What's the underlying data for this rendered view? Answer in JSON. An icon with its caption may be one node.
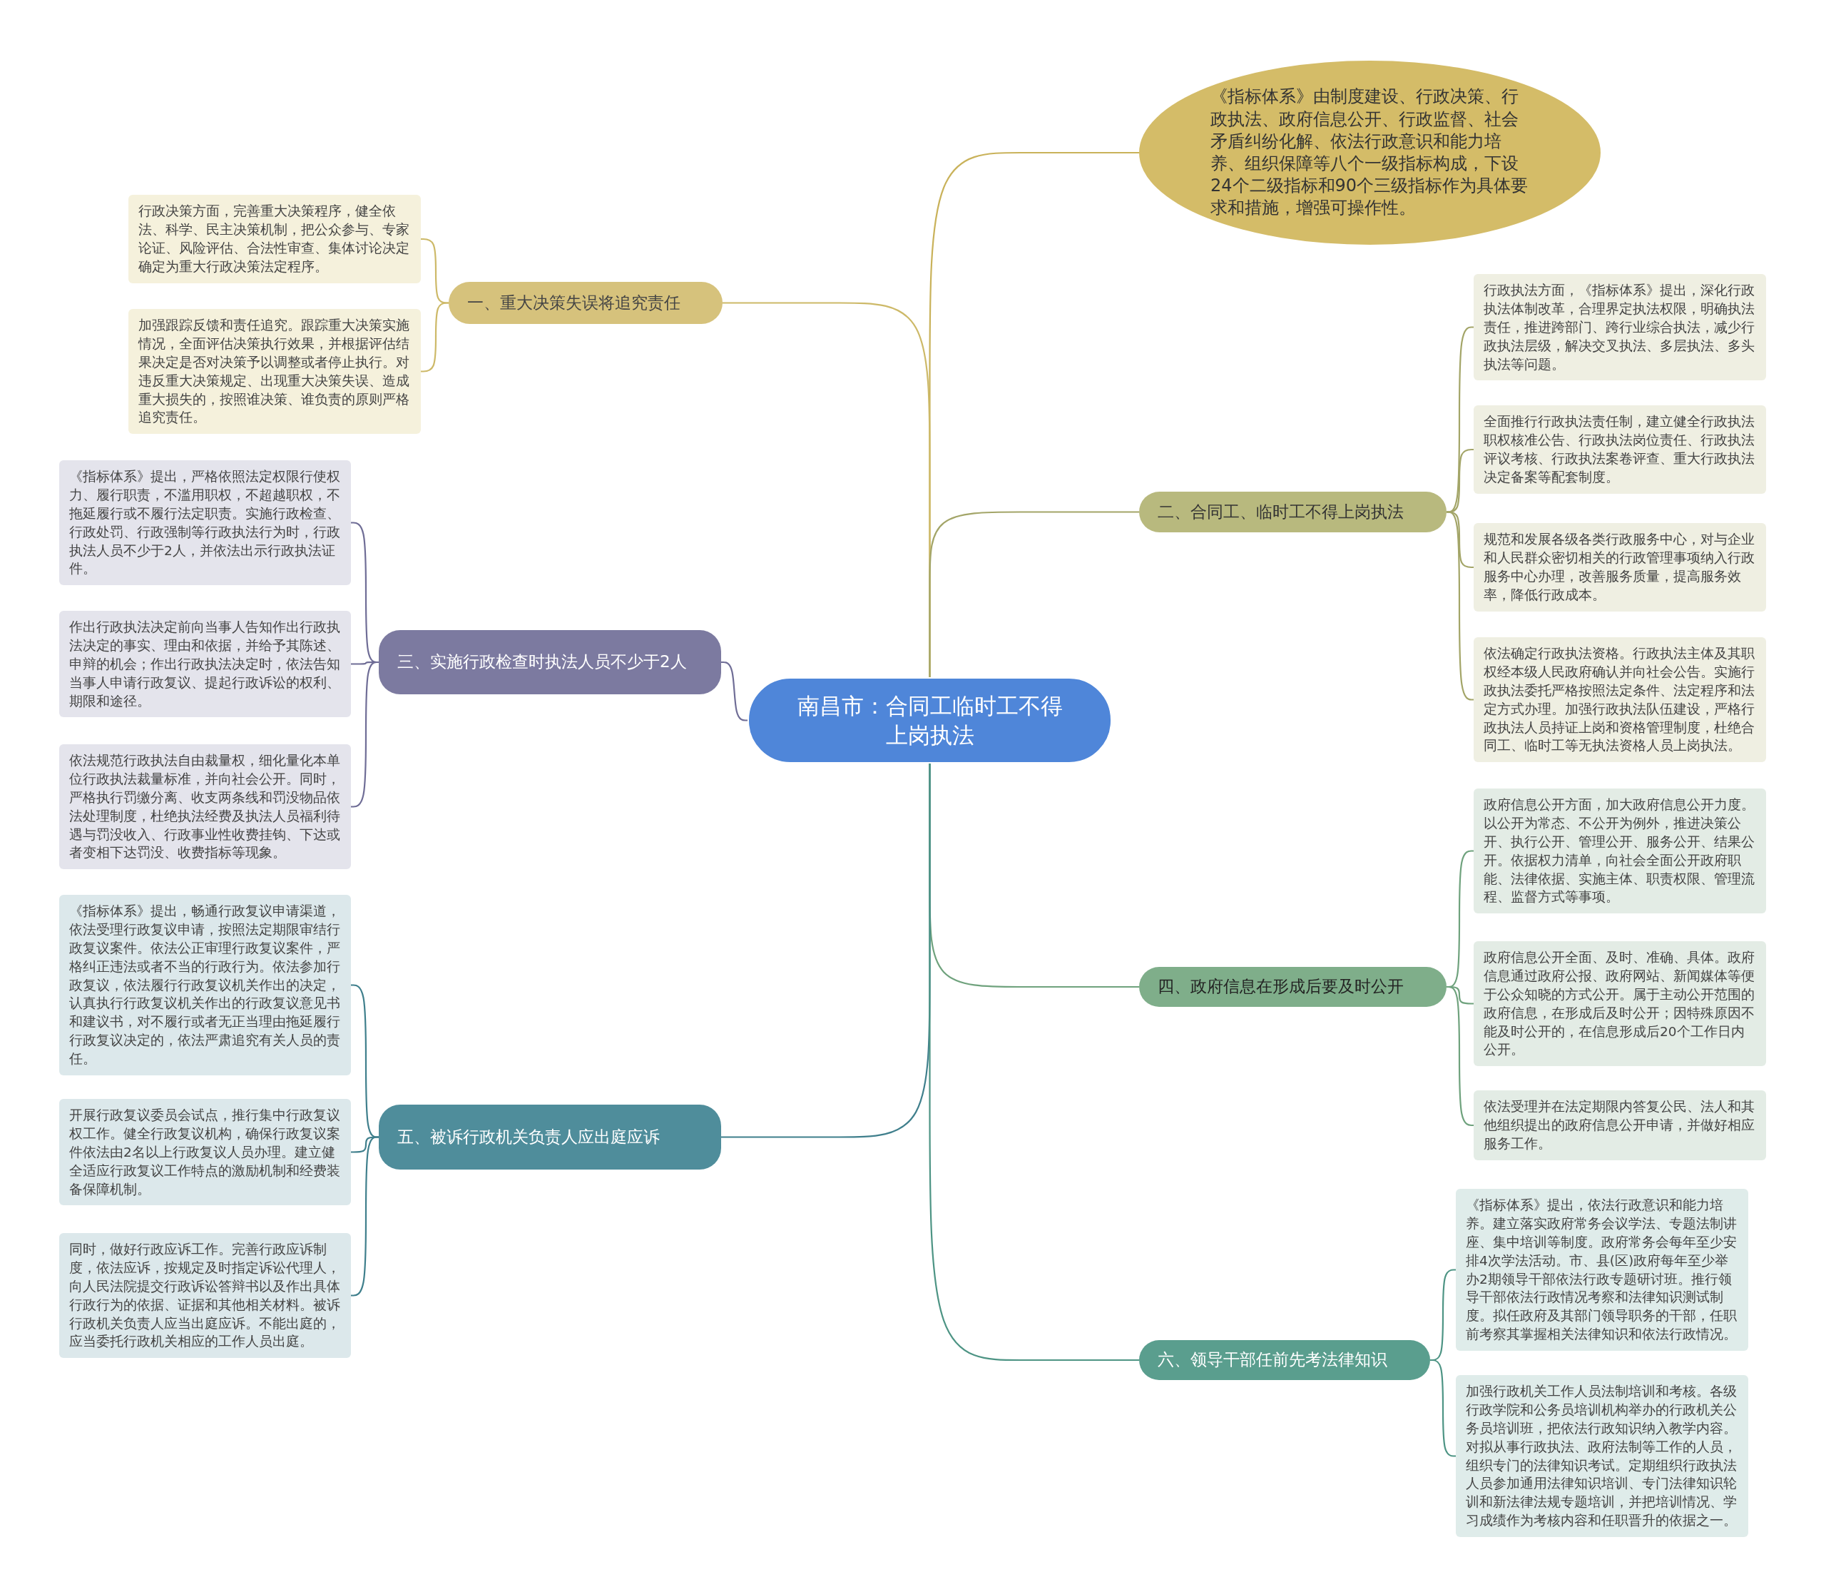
{
  "diagram": {
    "nodes": [
      {
        "text": [
          "南昌市：合同工临时工不得上岗执法"
        ]
      },
      {
        "text": [
          "《指标体系》由制度建设、行政决策、行政执法、政府信息公开、行政监督、社会矛盾纠纷化解、依法行政意识和能力培养、组织保障等八个一级指标构成，下设24个二级指标和90个三级指标作为具体要求和措施，增强可操作性。"
        ]
      },
      {
        "text": [
          "一、重大决策失误将追究责任"
        ]
      },
      {
        "text": [
          "行政决策方面，完善重大决策程序，健全依法、科学、民主决策机制，把公众参与、专家论证、风险评估、合法性审查、集体讨论决定确定为重大行政决策法定程序。"
        ]
      },
      {
        "text": [
          "加强跟踪反馈和责任追究。跟踪重大决策实施情况，全面评估决策执行效果，并根据评估结果决定是否对决策予以调整或者停止执行。对违反重大决策规定、出现重大决策失误、造成重大损失的，按照谁决策、谁负责的原则严格追究责任。"
        ]
      },
      {
        "text": [
          "二、合同工、临时工不得上岗执法"
        ]
      },
      {
        "text": [
          "行政执法方面，《指标体系》提出，深化行政执法体制改革，合理界定执法权限，明确执法责任，推进跨部门、跨行业综合执法，减少行政执法层级，解决交叉执法、多层执法、多头执法等问题。"
        ]
      },
      {
        "text": [
          "全面推行行政执法责任制，建立健全行政执法职权核准公告、行政执法岗位责任、行政执法评议考核、行政执法案卷评查、重大行政执法决定备案等配套制度。"
        ]
      },
      {
        "text": [
          "规范和发展各级各类行政服务中心，对与企业和人民群众密切相关的行政管理事项纳入行政服务中心办理，改善服务质量，提高服务效率，降低行政成本。"
        ]
      },
      {
        "text": [
          "依法确定行政执法资格。行政执法主体及其职权经本级人民政府确认并向社会公告。实施行政执法委托严格按照法定条件、法定程序和法定方式办理。加强行政执法队伍建设，严格行政执法人员持证上岗和资格管理制度，杜绝合同工、临时工等无执法资格人员上岗执法。"
        ]
      },
      {
        "text": [
          "三、实施行政检查时执法人员不少于2人"
        ]
      },
      {
        "text": [
          "《指标体系》提出，严格依照法定权限行使权力、履行职责，不滥用职权，不超越职权，不拖延履行或不履行法定职责。实施行政检查、行政处罚、行政强制等行政执法行为时，行政执法人员不少于2人，并依法出示行政执法证件。"
        ]
      },
      {
        "text": [
          "作出行政执法决定前向当事人告知作出行政执法决定的事实、理由和依据，并给予其陈述、申辩的机会；作出行政执法决定时，依法告知当事人申请行政复议、提起行政诉讼的权利、期限和途径。"
        ]
      },
      {
        "text": [
          "依法规范行政执法自由裁量权，细化量化本单位行政执法裁量标准，并向社会公开。同时，严格执行罚缴分离、收支两条线和罚没物品依法处理制度，杜绝执法经费及执法人员福利待遇与罚没收入、行政事业性收费挂钩、下达或者变相下达罚没、收费指标等现象。"
        ]
      },
      {
        "text": [
          "四、政府信息在形成后要及时公开"
        ]
      },
      {
        "text": [
          "政府信息公开方面，加大政府信息公开力度。以公开为常态、不公开为例外，推进决策公开、执行公开、管理公开、服务公开、结果公开。依据权力清单，向社会全面公开政府职能、法律依据、实施主体、职责权限、管理流程、监督方式等事项。"
        ]
      },
      {
        "text": [
          "政府信息公开全面、及时、准确、具体。政府信息通过政府公报、政府网站、新闻媒体等便于公众知晓的方式公开。属于主动公开范围的政府信息，在形成后及时公开；因特殊原因不能及时公开的，在信息形成后20个工作日内公开。"
        ]
      },
      {
        "text": [
          "依法受理并在法定期限内答复公民、法人和其他组织提出的政府信息公开申请，并做好相应服务工作。"
        ]
      },
      {
        "text": [
          "五、被诉行政机关负责人应出庭应诉"
        ]
      },
      {
        "text": [
          "《指标体系》提出，畅通行政复议申请渠道，依法受理行政复议申请，按照法定期限审结行政复议案件。依法公正审理行政复议案件，严格纠正违法或者不当的行政行为。依法参加行政复议，依法履行行政复议机关作出的决定，认真执行行政复议机关作出的行政复议意见书和建议书，对不履行或者无正当理由拖延履行行政复议决定的，依法严肃追究有关人员的责任。"
        ]
      },
      {
        "text": [
          "开展行政复议委员会试点，推行集中行政复议权工作。健全行政复议机构，确保行政复议案件依法由2名以上行政复议人员办理。建立健全适应行政复议工作特点的激励机制和经费装备保障机制。"
        ]
      },
      {
        "text": [
          "同时，做好行政应诉工作。完善行政应诉制度，依法应诉，按规定及时指定诉讼代理人，向人民法院提交行政诉讼答辩书以及作出具体行政行为的依据、证据和其他相关材料。被诉行政机关负责人应当出庭应诉。不能出庭的，应当委托行政机关相应的工作人员出庭。"
        ]
      },
      {
        "text": [
          "六、领导干部任前先考法律知识"
        ]
      },
      {
        "text": [
          "《指标体系》提出，依法行政意识和能力培养。建立落实政府常务会议学法、专题法制讲座、集中培训等制度。政府常务会每年至少安排4次学法活动。市、县(区)政府每年至少举办2期领导干部依法行政专题研讨班。推行领导干部依法行政情况考察和法律知识测试制度。拟任政府及其部门领导职务的干部，任职前考察其掌握相关法律知识和依法行政情况。"
        ]
      },
      {
        "text": [
          "加强行政机关工作人员法制培训和考核。各级行政学院和公务员培训机构举办的行政机关公务员培训班，把依法行政知识纳入教学内容。对拟从事行政执法、政府法制等工作的人员，组织专门的法律知识考试。定期组织行政执法人员参加通用法律知识培训、专门法律知识轮训和新法律法规专题培训，并把培训情况、学习成绩作为考核内容和任职晋升的依据之一。"
        ]
      }
    ],
    "edges": [
      {
        "from": 0,
        "to": 1,
        "arrow": "none",
        "color": "#c9b25a"
      },
      {
        "from": 0,
        "to": 2,
        "arrow": "none",
        "color": "#cdb968"
      },
      {
        "from": 2,
        "to": 3,
        "arrow": "none",
        "color": "#cdb968"
      },
      {
        "from": 2,
        "to": 4,
        "arrow": "none",
        "color": "#cdb968"
      },
      {
        "from": 0,
        "to": 5,
        "arrow": "none",
        "color": "#a3a568"
      },
      {
        "from": 5,
        "to": 6,
        "arrow": "none",
        "color": "#a3a568"
      },
      {
        "from": 5,
        "to": 7,
        "arrow": "none",
        "color": "#a3a568"
      },
      {
        "from": 5,
        "to": 8,
        "arrow": "none",
        "color": "#a3a568"
      },
      {
        "from": 5,
        "to": 9,
        "arrow": "none",
        "color": "#a3a568"
      },
      {
        "from": 0,
        "to": 10,
        "arrow": "none",
        "color": "#6f6d96"
      },
      {
        "from": 10,
        "to": 11,
        "arrow": "none",
        "color": "#6f6d96"
      },
      {
        "from": 10,
        "to": 12,
        "arrow": "none",
        "color": "#6f6d96"
      },
      {
        "from": 10,
        "to": 13,
        "arrow": "none",
        "color": "#6f6d96"
      },
      {
        "from": 0,
        "to": 14,
        "arrow": "none",
        "color": "#6fa27d"
      },
      {
        "from": 14,
        "to": 15,
        "arrow": "none",
        "color": "#6fa27d"
      },
      {
        "from": 14,
        "to": 16,
        "arrow": "none",
        "color": "#6fa27d"
      },
      {
        "from": 14,
        "to": 17,
        "arrow": "none",
        "color": "#6fa27d"
      },
      {
        "from": 0,
        "to": 18,
        "arrow": "none",
        "color": "#3f7f8c"
      },
      {
        "from": 18,
        "to": 19,
        "arrow": "none",
        "color": "#3f7f8c"
      },
      {
        "from": 18,
        "to": 20,
        "arrow": "none",
        "color": "#3f7f8c"
      },
      {
        "from": 18,
        "to": 21,
        "arrow": "none",
        "color": "#3f7f8c"
      },
      {
        "from": 0,
        "to": 22,
        "arrow": "none",
        "color": "#4d9484"
      },
      {
        "from": 22,
        "to": 23,
        "arrow": "none",
        "color": "#4d9484"
      },
      {
        "from": 22,
        "to": 24,
        "arrow": "none",
        "color": "#4d9484"
      }
    ]
  }
}
